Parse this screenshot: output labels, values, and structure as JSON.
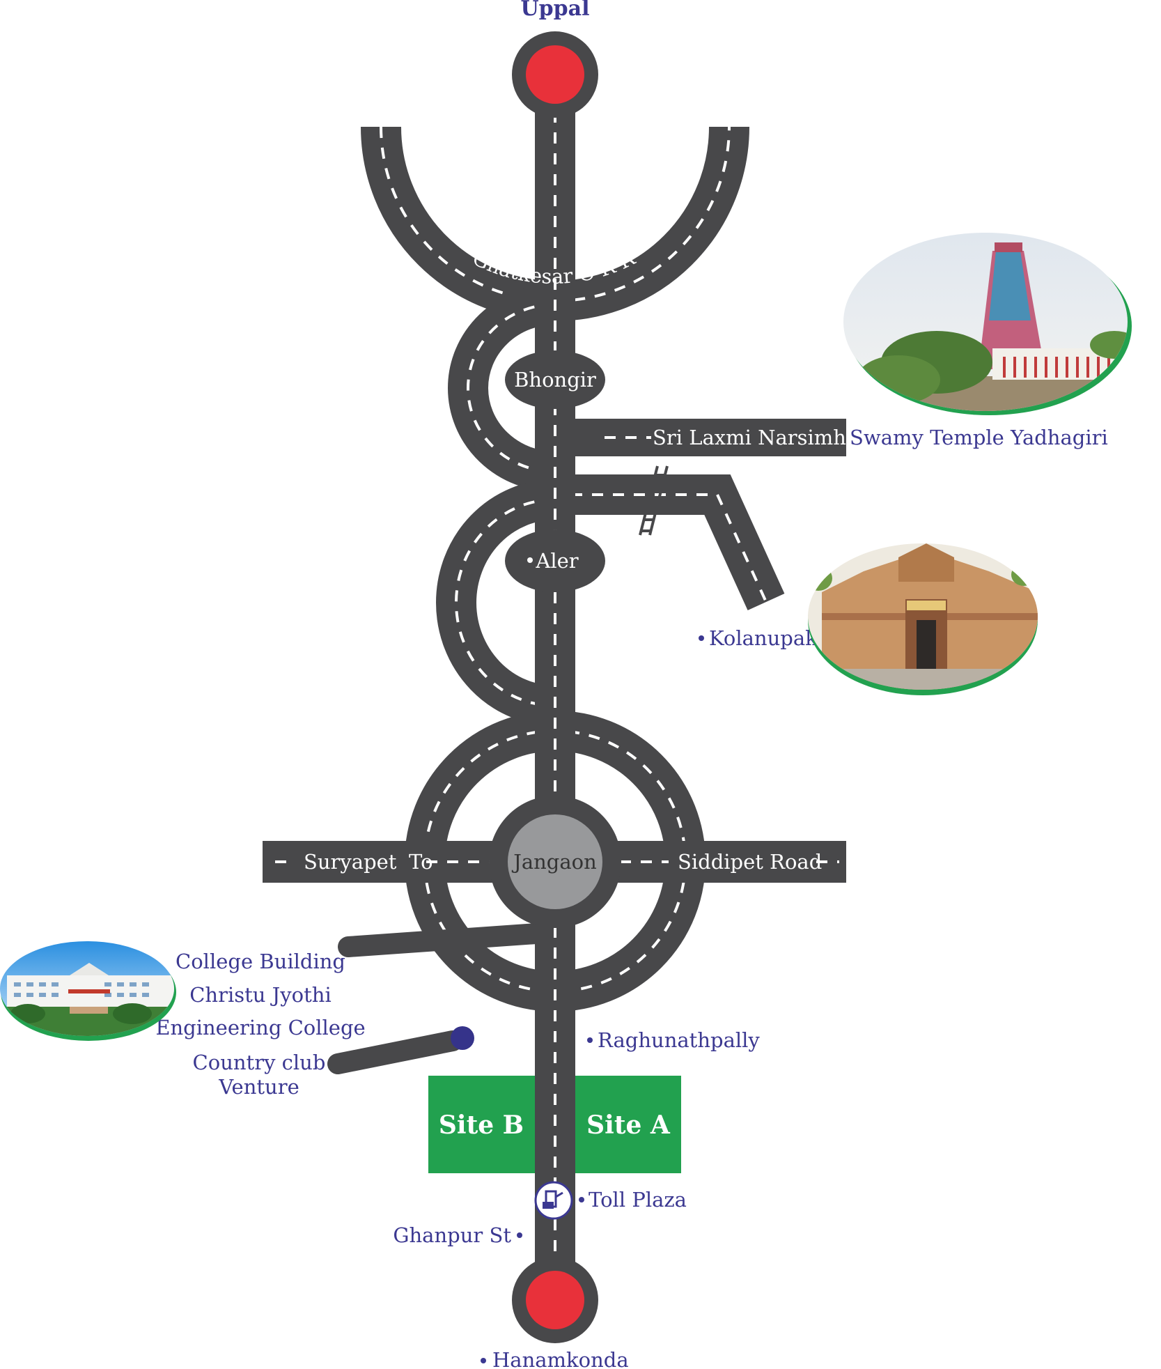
{
  "places": {
    "uppal": "Uppal",
    "hanamkonda": "Hanamkonda",
    "orr": "Ghatkesar O R R",
    "bhongir": "Bhongir",
    "aler": "Aler",
    "jangaon": "Jangaon",
    "temple_road": "Sri Laxmi Narsimha",
    "temple_road_cont": "Swamy Temple Yadhagiri",
    "kolanupaka": "Kolanupaka",
    "suryapet": "Suryapet",
    "to": "To",
    "siddipet": "Siddipet Road",
    "college_building": "College Building",
    "christu_jyothi": "Christu Jyothi",
    "engineering_college": "Engineering College",
    "country_club": "Country club",
    "venture": "Venture",
    "raghunathpally": "Raghunathpally",
    "site_b": "Site B",
    "site_a": "Site A",
    "toll_plaza": "Toll Plaza",
    "ghanpur": "Ghanpur St"
  },
  "colors": {
    "road": "#48484a",
    "endpoint": "#e8313a",
    "site": "#22a14f",
    "label": "#3b3891",
    "hub": "#98999b"
  },
  "icons": {
    "toll": "toll-booth-icon",
    "railway": "railway-track-icon"
  }
}
